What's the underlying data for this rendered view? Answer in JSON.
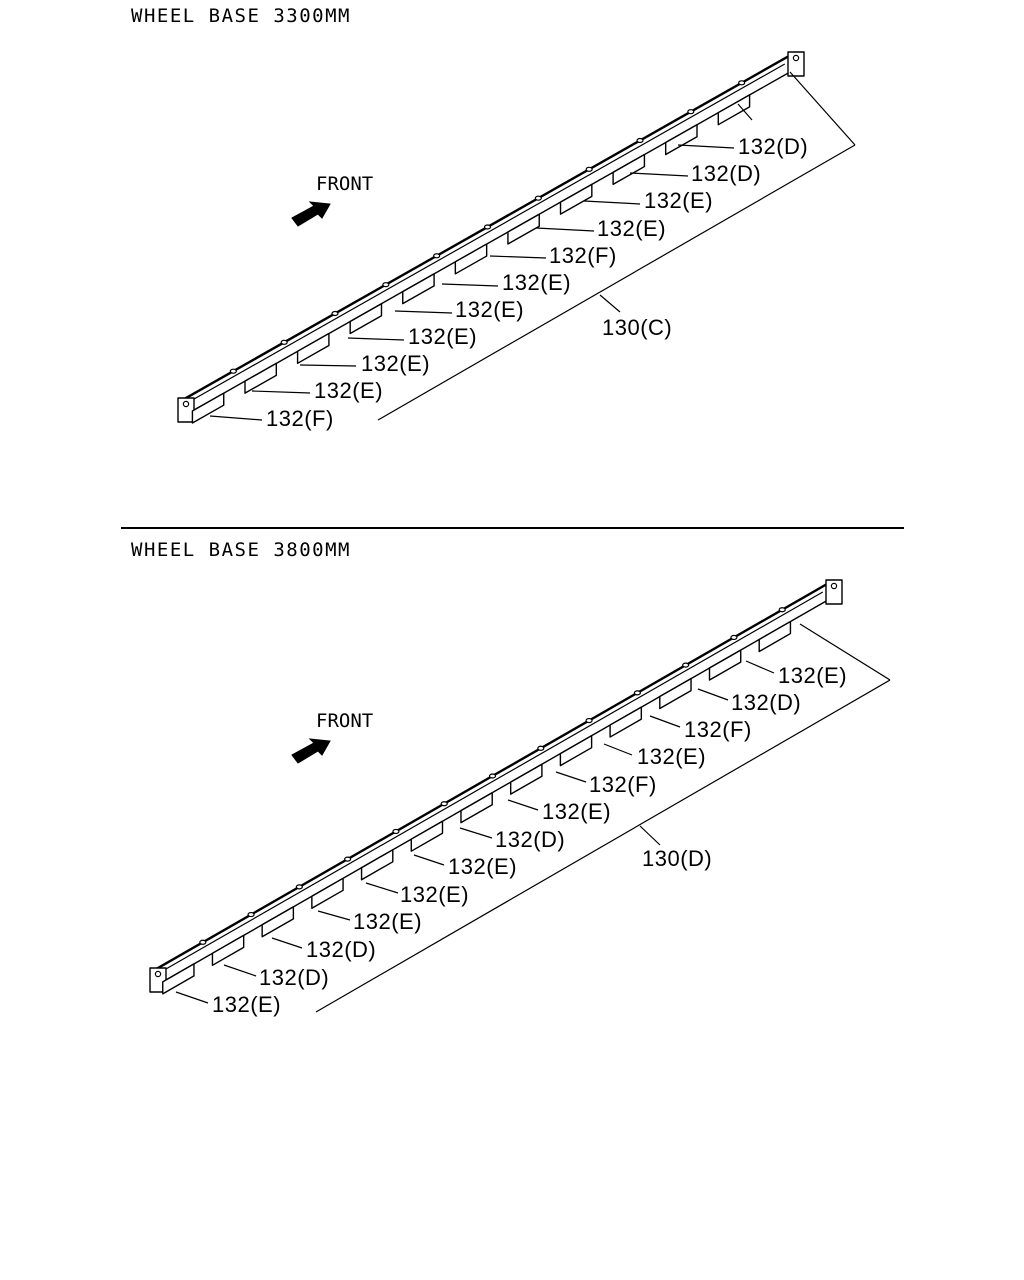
{
  "sections": [
    {
      "header": "WHEEL BASE 3300MM",
      "front_label": "FRONT",
      "labels": [
        "132(F)",
        "132(E)",
        "132(E)",
        "132(E)",
        "132(E)",
        "132(E)",
        "132(F)",
        "132(E)",
        "132(E)",
        "132(D)",
        "132(D)"
      ],
      "main_label": "130(C)"
    },
    {
      "header": "WHEEL BASE 3800MM",
      "front_label": "FRONT",
      "labels": [
        "132(E)",
        "132(D)",
        "132(D)",
        "132(E)",
        "132(E)",
        "132(E)",
        "132(D)",
        "132(E)",
        "132(F)",
        "132(E)",
        "132(F)",
        "132(D)",
        "132(E)"
      ],
      "main_label": "130(D)"
    }
  ]
}
